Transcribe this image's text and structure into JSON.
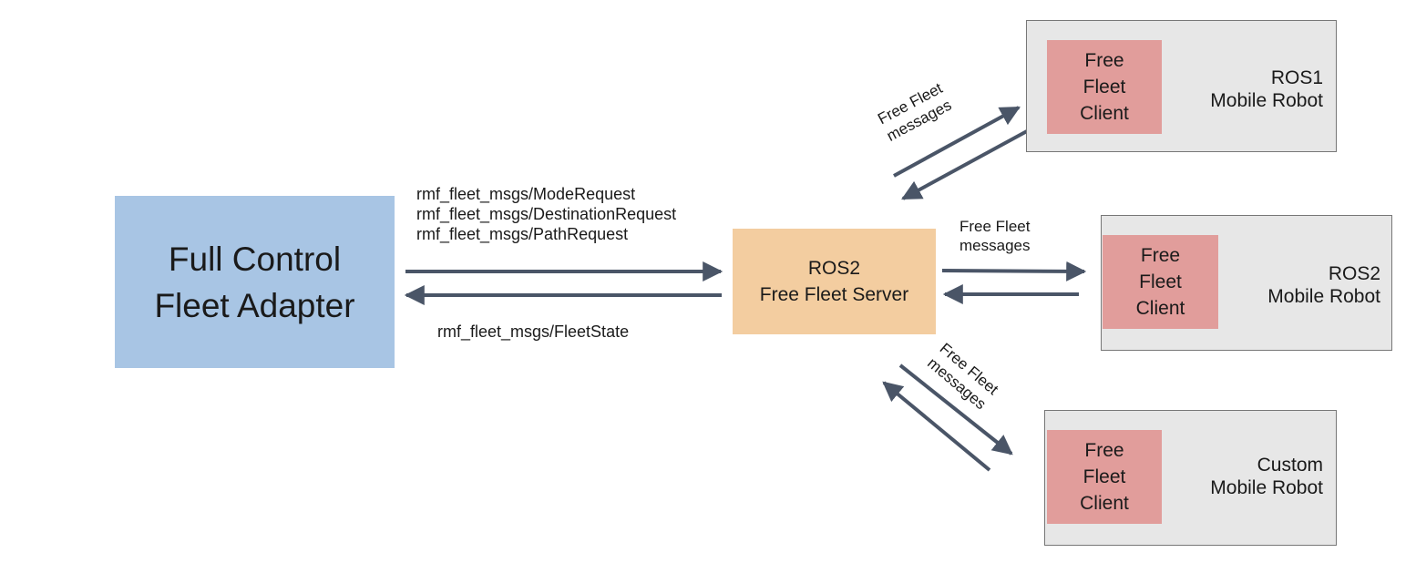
{
  "adapter": {
    "line1": "Full Control",
    "line2": "Fleet Adapter"
  },
  "server": {
    "line1": "ROS2",
    "line2": "Free Fleet Server"
  },
  "request_msgs": [
    "rmf_fleet_msgs/ModeRequest",
    "rmf_fleet_msgs/DestinationRequest",
    "rmf_fleet_msgs/PathRequest"
  ],
  "state_msg": "rmf_fleet_msgs/FleetState",
  "robots": [
    {
      "client_lines": [
        "Free",
        "Fleet",
        "Client"
      ],
      "label_lines": [
        "ROS1",
        "Mobile Robot"
      ]
    },
    {
      "client_lines": [
        "Free",
        "Fleet",
        "Client"
      ],
      "label_lines": [
        "ROS2",
        "Mobile Robot"
      ]
    },
    {
      "client_lines": [
        "Free",
        "Fleet",
        "Client"
      ],
      "label_lines": [
        "Custom",
        "Mobile Robot"
      ]
    }
  ],
  "free_fleet_messages": {
    "line1": "Free Fleet",
    "line2": "messages"
  },
  "colors": {
    "adapter": "#a8c5e4",
    "server": "#f3cda0",
    "robot_box": "#e7e7e7",
    "client": "#e19d9b",
    "arrow": "#4a5567"
  }
}
